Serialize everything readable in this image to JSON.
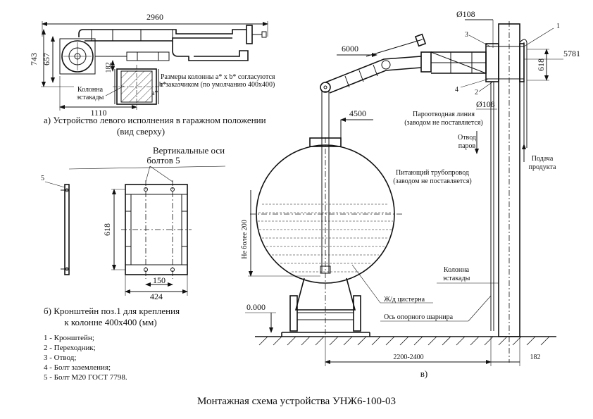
{
  "title": "Монтажная схема устройства УНЖ6-100-03",
  "view_a": {
    "caption_line1": "а) Устройство левого исполнения в гаражном положении",
    "caption_line2": "(вид сверху)",
    "dim_width": "2960",
    "dim_height_outer": "743",
    "dim_height_inner": "657",
    "dim_182": "182",
    "dim_1110": "1110",
    "column_label_line1": "Колонна",
    "column_label_line2": "эстакады",
    "note_line1": "Размеры колонны a* x  b* согласуются",
    "note_line2": "с заказчиком (по умолчанию 400x400)",
    "axis_a": "a*",
    "axis_b": "b*"
  },
  "view_b": {
    "caption_line1": "б) Кронштейн поз.1 для крепления",
    "caption_line2": "к колонне 400x400 (мм)",
    "bolt_axes_line1": "Вертикальные оси",
    "bolt_axes_line2": "болтов 5",
    "pos_5": "5",
    "dim_618": "618",
    "dim_150": "150",
    "dim_424": "424"
  },
  "view_c": {
    "caption": "в)",
    "dim_6000": "6000",
    "dim_4500": "4500",
    "dim_d108_top": "Ø108",
    "dim_d108_mid": "Ø108",
    "dim_5781": "5781",
    "dim_618": "618",
    "dim_200": "Не более 200",
    "dim_0000": "0.000",
    "dim_2200_2400": "2200-2400",
    "dim_182": "182",
    "pos_1": "1",
    "pos_2": "2",
    "pos_3": "3",
    "pos_4": "4",
    "steam_line1": "Пароотводная линия",
    "steam_line2": "(заводом не поставляется)",
    "vapor_line1": "Отвод",
    "vapor_line2": "паров",
    "product_line1": "Подача",
    "product_line2": "продукта",
    "feed_line1": "Питающий трубопровод",
    "feed_line2": "(заводом не поставляется)",
    "column_line1": "Колонна",
    "column_line2": "эстакады",
    "tank": "Ж/д цистерна",
    "hinge_axis": "Ось опорного шарнира"
  },
  "legend": [
    "1 - Кронштейн;",
    "2 - Переходник;",
    "3 - Отвод;",
    "4 - Болт заземления;",
    "5 - Болт М20 ГОСТ 7798."
  ]
}
